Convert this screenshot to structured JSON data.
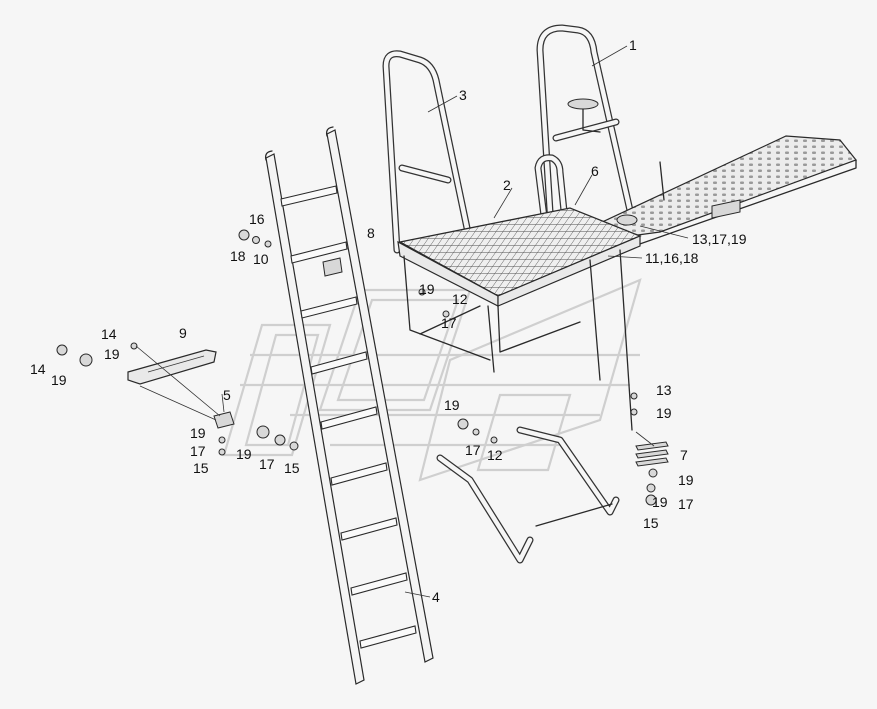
{
  "callouts": [
    {
      "id": "c1",
      "text": "1"
    },
    {
      "id": "c2",
      "text": "2"
    },
    {
      "id": "c3",
      "text": "3"
    },
    {
      "id": "c4",
      "text": "4"
    },
    {
      "id": "c5",
      "text": "5"
    },
    {
      "id": "c6",
      "text": "6"
    },
    {
      "id": "c7",
      "text": "7"
    },
    {
      "id": "c8",
      "text": "8"
    },
    {
      "id": "c9",
      "text": "9"
    },
    {
      "id": "c10",
      "text": "10"
    },
    {
      "id": "c11",
      "text": "11,16,18"
    },
    {
      "id": "c12a",
      "text": "12"
    },
    {
      "id": "c12b",
      "text": "12"
    },
    {
      "id": "c13a",
      "text": "13,17,19"
    },
    {
      "id": "c13b",
      "text": "13"
    },
    {
      "id": "c14a",
      "text": "14"
    },
    {
      "id": "c14b",
      "text": "14"
    },
    {
      "id": "c15a",
      "text": "15"
    },
    {
      "id": "c15b",
      "text": "15"
    },
    {
      "id": "c15c",
      "text": "15"
    },
    {
      "id": "c16",
      "text": "16"
    },
    {
      "id": "c17a",
      "text": "17"
    },
    {
      "id": "c17b",
      "text": "17"
    },
    {
      "id": "c17c",
      "text": "17"
    },
    {
      "id": "c17d",
      "text": "17"
    },
    {
      "id": "c17e",
      "text": "17"
    },
    {
      "id": "c18",
      "text": "18"
    },
    {
      "id": "c19a",
      "text": "19"
    },
    {
      "id": "c19b",
      "text": "19"
    },
    {
      "id": "c19c",
      "text": "19"
    },
    {
      "id": "c19d",
      "text": "19"
    },
    {
      "id": "c19e",
      "text": "19"
    },
    {
      "id": "c19f",
      "text": "19"
    },
    {
      "id": "c19g",
      "text": "19"
    },
    {
      "id": "c19h",
      "text": "19"
    },
    {
      "id": "c19i",
      "text": "19"
    }
  ]
}
